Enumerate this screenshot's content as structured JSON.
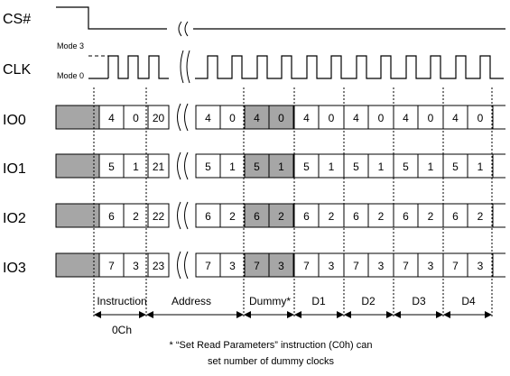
{
  "signals": {
    "cs": "CS#",
    "clk": "CLK",
    "mode3": "Mode 3",
    "mode0": "Mode 0",
    "io": [
      "IO0",
      "IO1",
      "IO2",
      "IO3"
    ]
  },
  "io_cells": [
    {
      "cells": [
        "4",
        "0",
        "20",
        "4",
        "0",
        "4",
        "0",
        "4",
        "0",
        "4",
        "0",
        "4",
        "0",
        "4",
        "0"
      ]
    },
    {
      "cells": [
        "5",
        "1",
        "21",
        "5",
        "1",
        "5",
        "1",
        "5",
        "1",
        "5",
        "1",
        "5",
        "1",
        "5",
        "1"
      ]
    },
    {
      "cells": [
        "6",
        "2",
        "22",
        "6",
        "2",
        "6",
        "2",
        "6",
        "2",
        "6",
        "2",
        "6",
        "2",
        "6",
        "2"
      ]
    },
    {
      "cells": [
        "7",
        "3",
        "23",
        "7",
        "3",
        "7",
        "3",
        "7",
        "3",
        "7",
        "3",
        "7",
        "3",
        "7",
        "3"
      ]
    }
  ],
  "phases": {
    "instruction": "Instruction",
    "opcode": "0Ch",
    "address": "Address",
    "dummy": "Dummy*",
    "d1": "D1",
    "d2": "D2",
    "d3": "D3",
    "d4": "D4"
  },
  "footnote": {
    "line1": "* “Set Read Parameters” instruction (C0h) can",
    "line2": "set number of dummy clocks"
  },
  "colors": {
    "shade": "#a6a6a6",
    "line": "#000000"
  }
}
